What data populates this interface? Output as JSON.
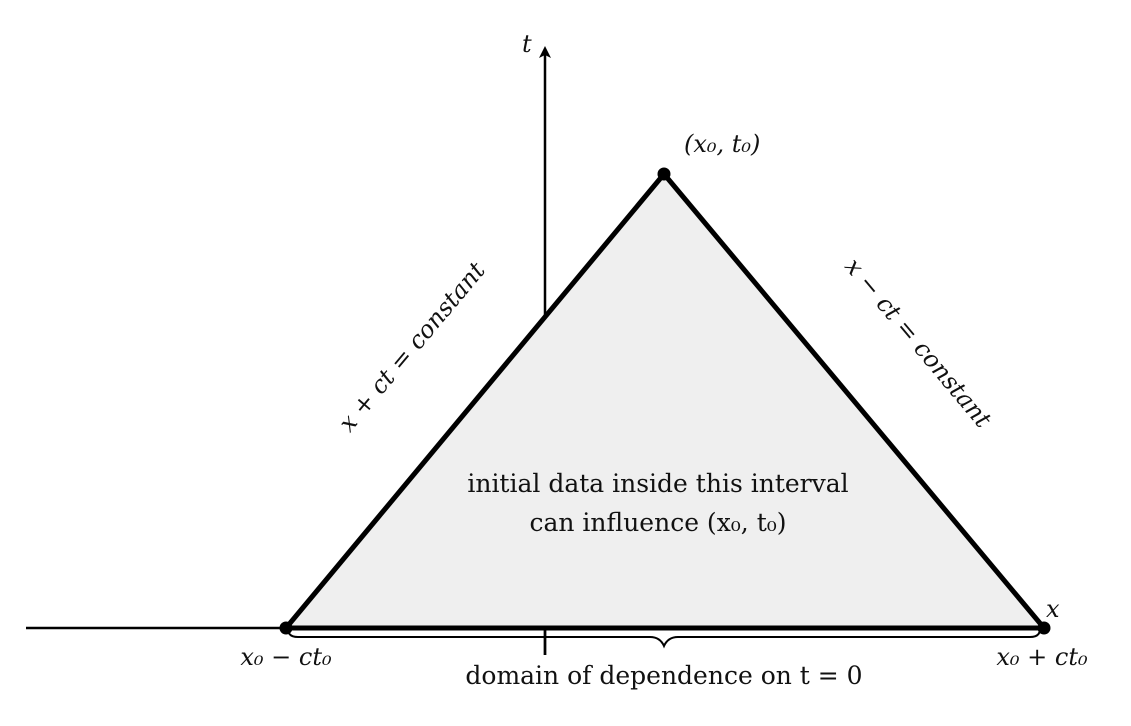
{
  "diagram": {
    "axes": {
      "t_label": "t",
      "x_label": "x"
    },
    "apex_label": "(x₀, t₀)",
    "left_char_label": "x + ct = constant",
    "right_char_label": "x − ct = constant",
    "inside_text_line1": "initial data inside this interval",
    "inside_text_line2": "can influence (x₀, t₀)",
    "left_end_label": "x₀ − ct₀",
    "right_end_label": "x₀ + ct₀",
    "brace_label": "domain of dependence on t = 0",
    "colors": {
      "fill": "#efefef",
      "stroke": "#000000"
    }
  }
}
